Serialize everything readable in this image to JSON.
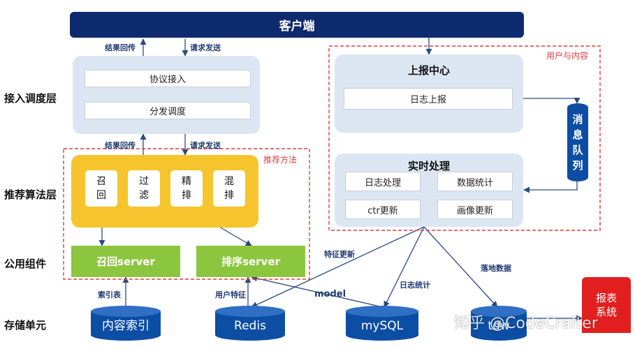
{
  "client": {
    "label": "客户端"
  },
  "layers": {
    "access": "接入调度层",
    "algorithm": "推荐算法层",
    "common": "公用组件",
    "storage": "存储单元"
  },
  "access_panel": {
    "items": [
      "协议接入",
      "分发调度"
    ]
  },
  "arrow_labels": {
    "result_return_top": "结果回传",
    "request_send_top": "请求发送",
    "result_return_mid": "结果回传",
    "request_send_mid": "请求发送",
    "feature_update": "特征更新",
    "index_table": "索引表",
    "user_feature": "用户特征",
    "model": "model",
    "log_stats": "日志统计",
    "land_data": "落地数据"
  },
  "recommend_method": {
    "label": "推荐方法",
    "steps": [
      "召\n回",
      "过\n滤",
      "精\n排",
      "混\n排"
    ]
  },
  "common_components": [
    "召回server",
    "排序server"
  ],
  "user_content": {
    "label": "用户与内容",
    "report_center": {
      "title": "上报中心",
      "items": [
        "日志上报"
      ]
    },
    "message_queue": "消\n息\n队\n列",
    "realtime": {
      "title": "实时处理",
      "items": [
        "日志处理",
        "数据统计",
        "ctr更新",
        "画像更新"
      ]
    }
  },
  "storage": [
    "内容索引",
    "Redis",
    "mySQL",
    "tdw"
  ],
  "report_system": "报表\n系统",
  "watermark": "知乎 @CodeCrafter",
  "colors": {
    "navy": "#0e2a6e",
    "panel": "#dce6f3",
    "yellow": "#f6c52d",
    "green": "#8cc63f",
    "db_blue": "#0d4ea5",
    "red": "#e21f1f",
    "dashed_red": "#e03c3c"
  }
}
